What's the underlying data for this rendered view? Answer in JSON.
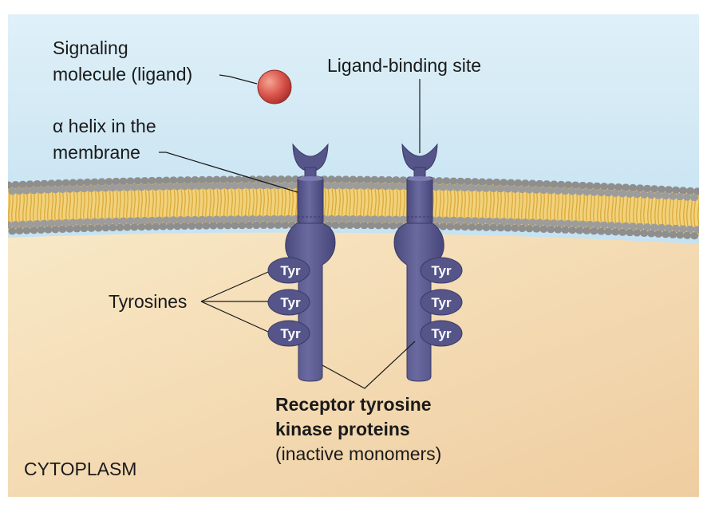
{
  "labels": {
    "signaling_line1": "Signaling",
    "signaling_line2": "molecule (ligand)",
    "ligand_binding_site": "Ligand-binding site",
    "helix_line1": "α helix in the",
    "helix_line2": "membrane",
    "tyrosines": "Tyrosines",
    "receptor_line1": "Receptor tyrosine",
    "receptor_line2": "kinase proteins",
    "receptor_line3": "(inactive monomers)",
    "cytoplasm": "CYTOPLASM",
    "tyr": "Tyr"
  },
  "colors": {
    "extracellular_top": "#d8ecf6",
    "extracellular_bottom": "#aed6ec",
    "cytoplasm_top": "#f7e5c2",
    "cytoplasm_bottom": "#f0cfa3",
    "lipid_head": "#9a9a9a",
    "lipid_tail": "#e8b84a",
    "receptor": "#5a5a8e",
    "receptor_shade": "#3f3f6e",
    "ligand": "#d9534a"
  }
}
